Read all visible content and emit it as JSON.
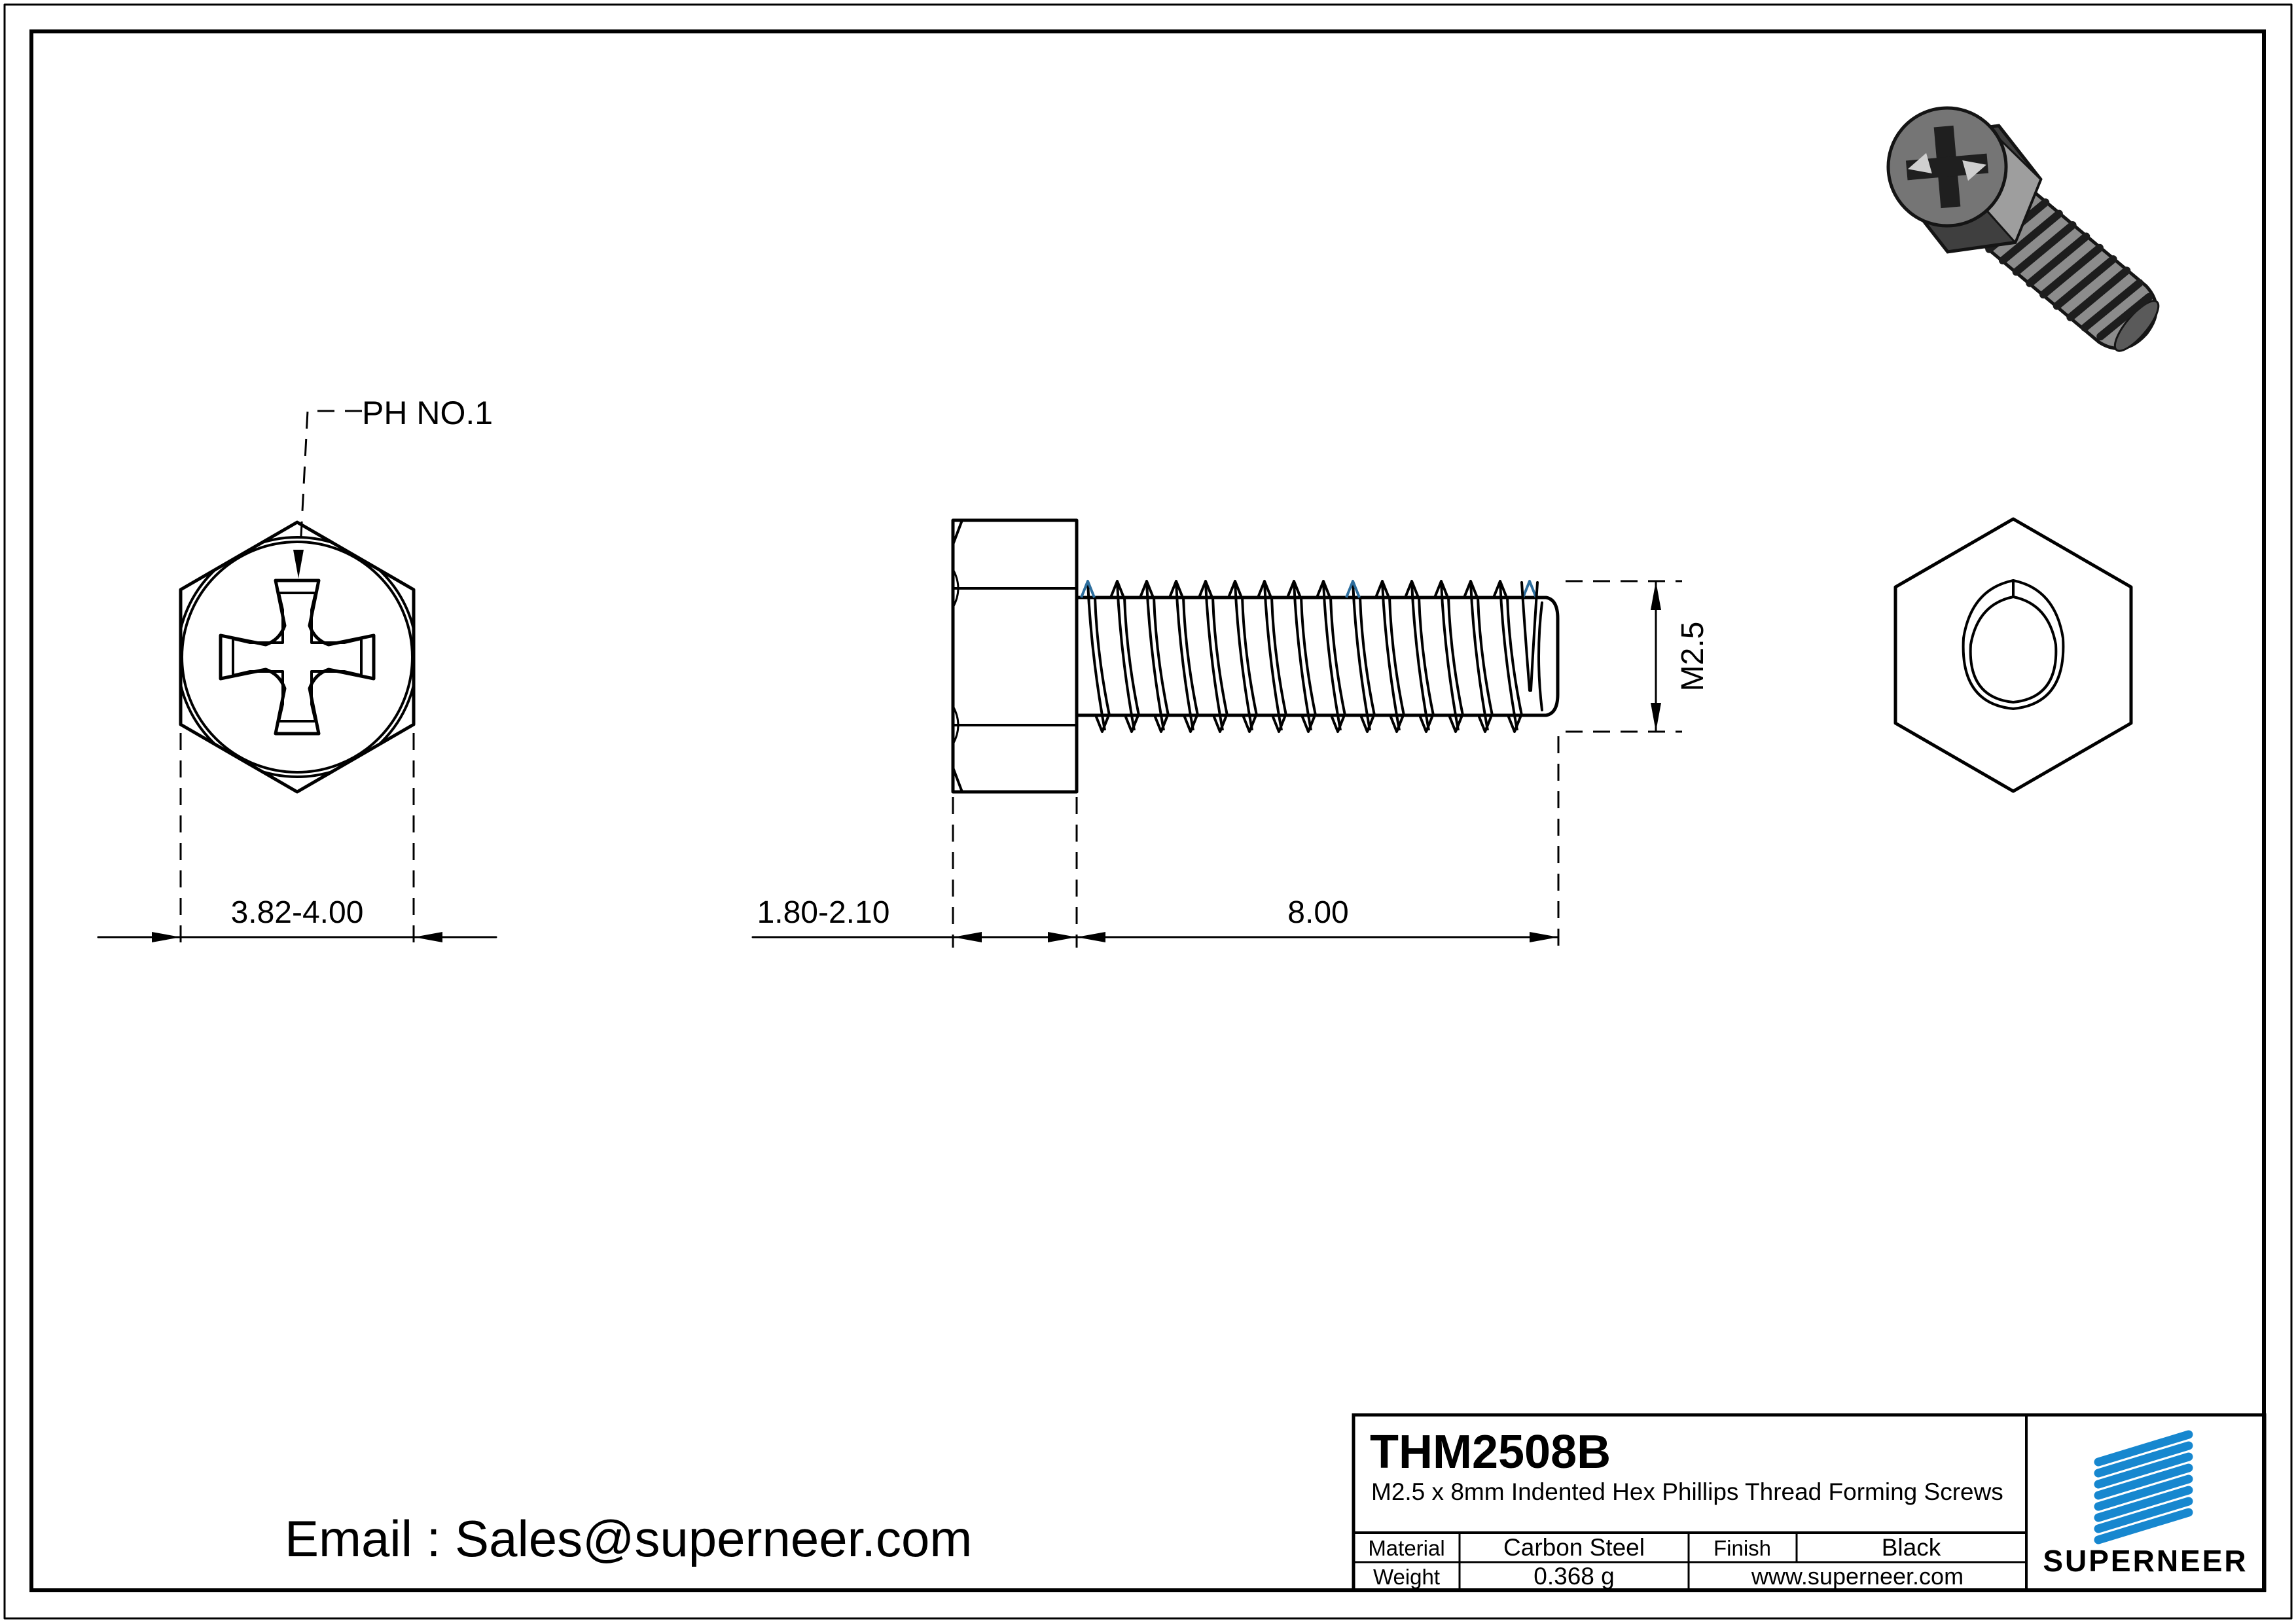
{
  "annotations": {
    "drive_label": "PH NO.1",
    "across_flats": "3.82-4.00",
    "head_height": "1.80-2.10",
    "thread_length": "8.00",
    "thread_size": "M2.5"
  },
  "title_block": {
    "part_number": "THM2508B",
    "description": "M2.5 x 8mm Indented Hex Phillips Thread Forming Screws",
    "material_label": "Material",
    "material_value": "Carbon Steel",
    "finish_label": "Finish",
    "finish_value": "Black",
    "weight_label": "Weight",
    "weight_value": "0.368 g",
    "website": "www.superneer.com",
    "brand_name": "SUPERNEER"
  },
  "footer": {
    "email": "Email : Sales@superneer.com"
  },
  "colors": {
    "accent_blue": "#1787cf",
    "thread_accent_blue": "#2d6e9e",
    "line_black": "#000000"
  }
}
